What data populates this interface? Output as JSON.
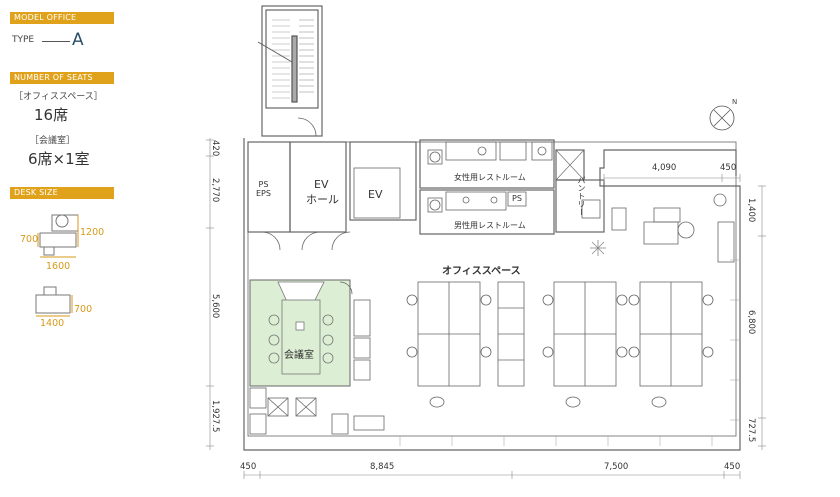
{
  "sidebar": {
    "model_office_label": "MODEL OFFICE",
    "type_label": "TYPE",
    "type_value": "A",
    "seats_label": "NUMBER OF SEATS",
    "office_space_label": "［オフィススペース］",
    "office_space_seats": "16席",
    "meeting_label": "［会議室］",
    "meeting_seats": "6席×1室",
    "desk_size_label": "DESK SIZE",
    "desk1": {
      "w": "1600",
      "d": "700",
      "h": "1200"
    },
    "desk2": {
      "w": "1400",
      "d": "700"
    }
  },
  "plan": {
    "rooms": {
      "ps_eps": "PS\nEPS",
      "ps": "PS",
      "ev_hall_1": "EV",
      "ev_hall_2": "ホール",
      "ev": "EV",
      "women_restroom": "女性用レストルーム",
      "men_restroom": "男性用レストルーム",
      "pantry": "パントリー",
      "office_space": "オフィススペース",
      "meeting_room": "会議室",
      "ps_small": "PS"
    },
    "dims_left": [
      "420",
      "2,770",
      "5,600",
      "1,927.5"
    ],
    "dims_right": [
      "1,400",
      "6,800",
      "727.5"
    ],
    "dims_bottom": [
      "450",
      "8,845",
      "7,500",
      "450"
    ],
    "dims_top": [
      "4,090",
      "450"
    ],
    "north_label": "N"
  },
  "colors": {
    "accent": "#e0a21b",
    "meeting_fill": "#dcefd4",
    "wall": "#666666"
  }
}
